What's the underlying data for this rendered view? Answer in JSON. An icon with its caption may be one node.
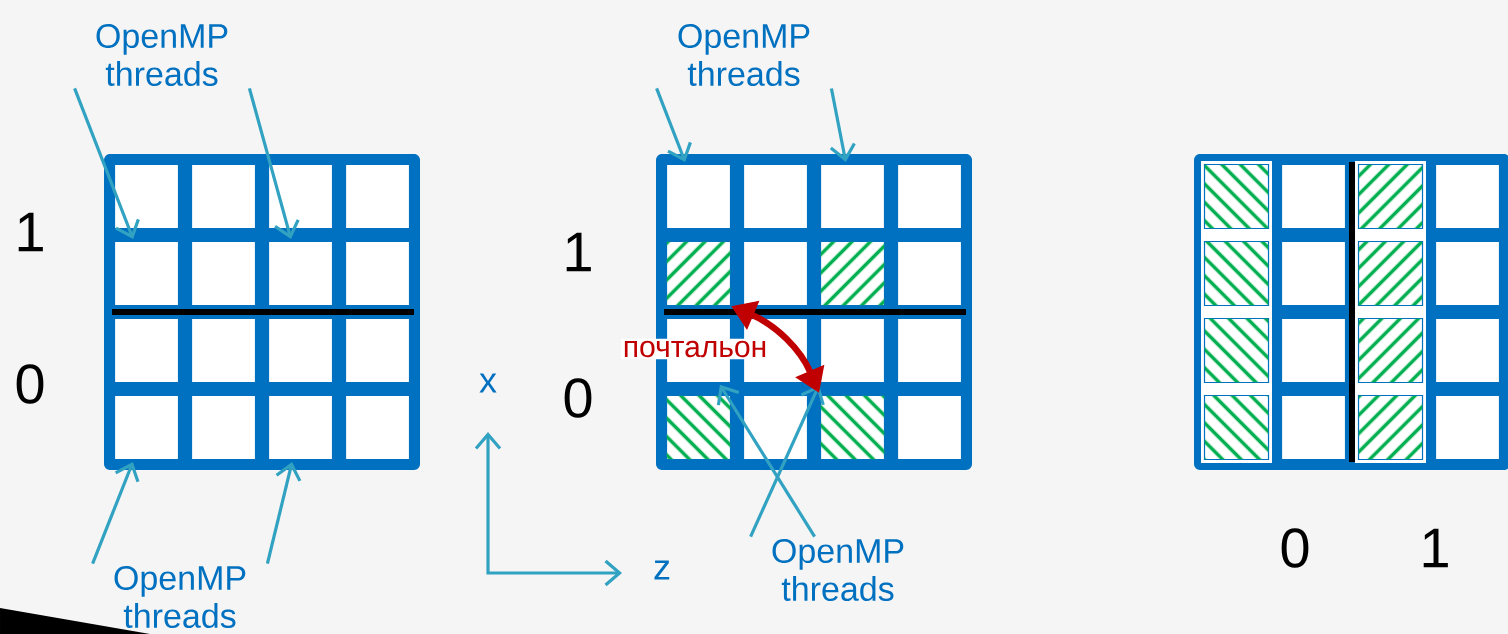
{
  "diagram": {
    "nodes": [
      {
        "text": [
          "OpenMP threads"
        ]
      },
      {
        "text": [],
        "shape": "box"
      },
      {
        "text": [],
        "shape": "box"
      },
      {
        "text": [
          "OpenMP threads"
        ]
      },
      {
        "text": [],
        "shape": "box"
      },
      {
        "text": [],
        "shape": "box"
      },
      {
        "text": [
          "OpenMP threads"
        ]
      },
      {
        "text": [],
        "shape": "box"
      },
      {
        "text": [],
        "shape": "box"
      },
      {
        "text": [
          "OpenMP threads"
        ]
      },
      {
        "text": [],
        "shape": "box"
      },
      {
        "text": [],
        "shape": "box"
      },
      {
        "text": [],
        "shape": "box"
      },
      {
        "text": [],
        "shape": "box"
      }
    ],
    "edges": [
      {
        "from": 0,
        "to": 1,
        "arrow": "to"
      },
      {
        "from": 0,
        "to": 2,
        "arrow": "to"
      },
      {
        "from": 3,
        "to": 4,
        "arrow": "to"
      },
      {
        "from": 3,
        "to": 5,
        "arrow": "to"
      },
      {
        "from": 6,
        "to": 7,
        "arrow": "to"
      },
      {
        "from": 6,
        "to": 8,
        "arrow": "to"
      },
      {
        "from": 9,
        "to": 10,
        "arrow": "to"
      },
      {
        "from": 9,
        "to": 11,
        "arrow": "to"
      },
      {
        "from": 12,
        "to": 13,
        "arrow": "both",
        "label": "почтальон",
        "style": "thick",
        "color": "#c00000"
      }
    ],
    "labels": [
      "1",
      "0",
      "x",
      "z",
      "1",
      "0",
      "0",
      "1"
    ]
  }
}
